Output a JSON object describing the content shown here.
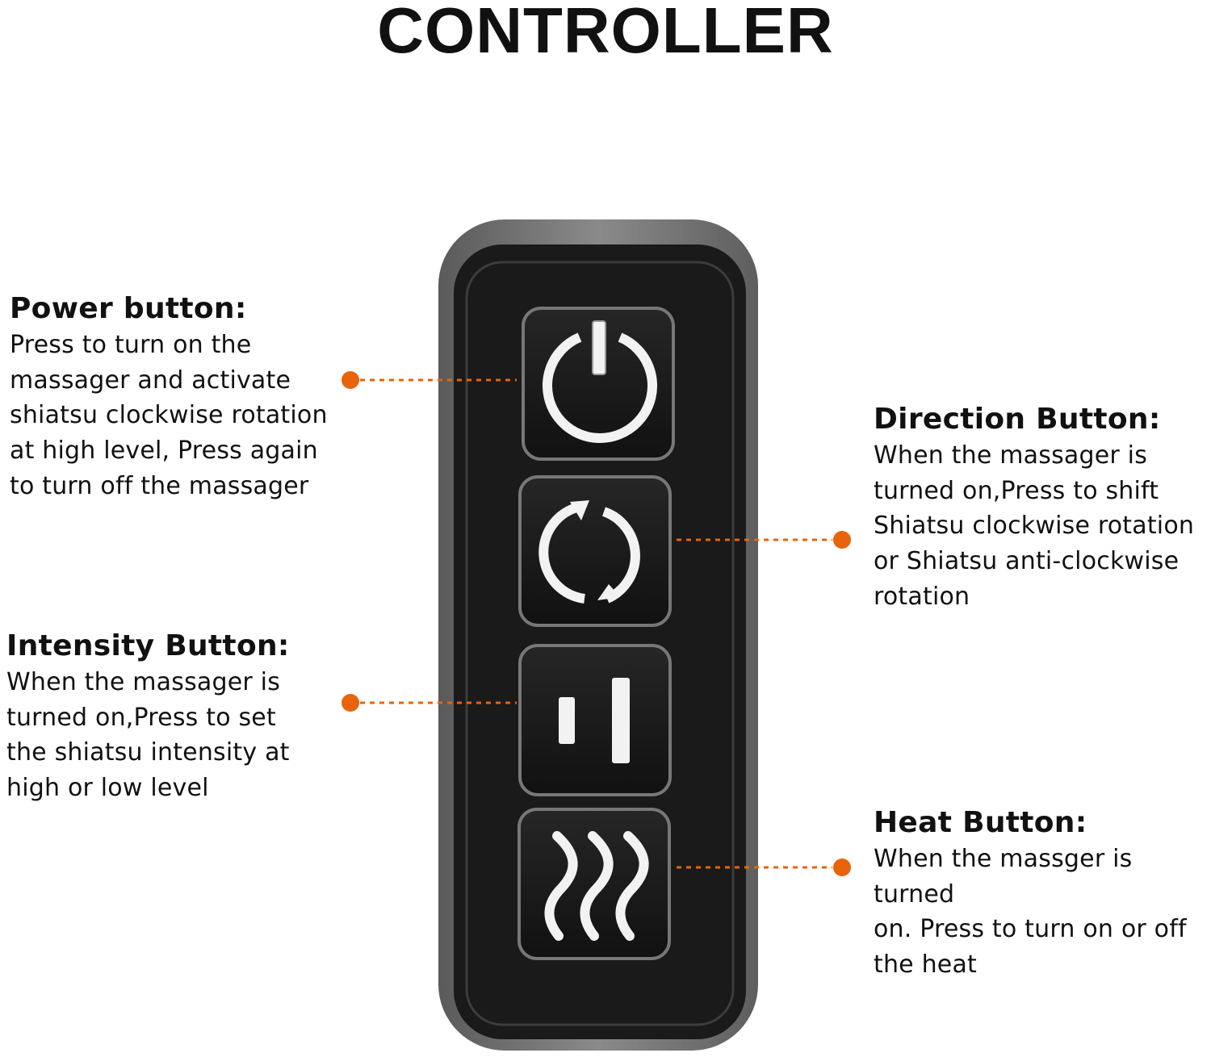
{
  "title": "CONTROLLER",
  "accent_color": "#e8630a",
  "device_colors": {
    "body": "#1c1c1c",
    "rim": "#7a7a7a",
    "button": "#141414",
    "icon": "#f2f2f2"
  },
  "callouts": {
    "power": {
      "heading": "Power button:",
      "lines": [
        "Press to turn on the",
        "massager and activate",
        "shiatsu clockwise rotation",
        "at high level, Press again",
        "to turn off the massager"
      ],
      "icon": "power-icon"
    },
    "direction": {
      "heading": "Direction Button:",
      "lines": [
        "When the massager is",
        "turned on,Press to shift",
        "Shiatsu clockwise rotation",
        "or Shiatsu anti-clockwise",
        "rotation"
      ],
      "icon": "rotate-arrows-icon"
    },
    "intensity": {
      "heading": "Intensity Button:",
      "lines": [
        "When the massager is",
        "turned on,Press to set",
        "the shiatsu intensity at",
        "high or low level"
      ],
      "icon": "intensity-bars-icon"
    },
    "heat": {
      "heading": "Heat Button:",
      "lines": [
        "When the massger is turned",
        "on. Press to turn on or off",
        "the heat"
      ],
      "icon": "heat-waves-icon"
    }
  }
}
